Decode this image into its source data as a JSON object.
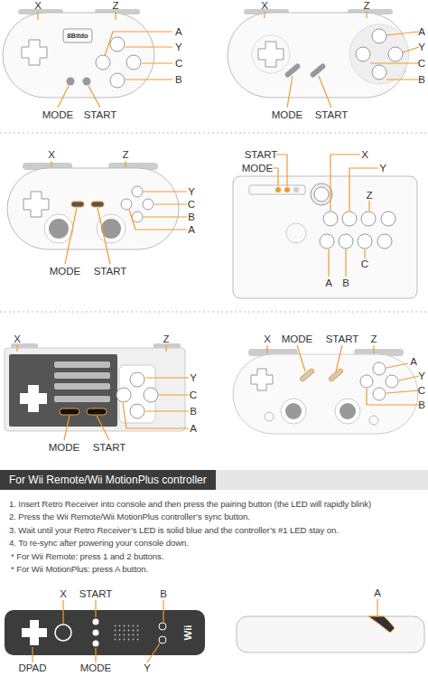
{
  "diagram": {
    "nodes": [
      {
        "text": [
          "For Wii Remote/Wii MotionPlus controller"
        ]
      }
    ],
    "labels": [
      "X",
      "Z",
      "8Bitdo",
      "A",
      "Y",
      "C",
      "B",
      "MODE",
      "START",
      "X",
      "Z",
      "A",
      "Y",
      "C",
      "B",
      "MODE",
      "START",
      "X",
      "Z",
      "Y",
      "C",
      "B",
      "A",
      "MODE",
      "START",
      "START",
      "MODE",
      "X",
      "Y",
      "Z",
      "C",
      "A",
      "B",
      "X",
      "Z",
      "Y",
      "C",
      "B",
      "A",
      "MODE",
      "START",
      "X",
      "MODE",
      "START",
      "Z",
      "A",
      "Y",
      "C",
      "B",
      "1. Insert Retro Receiver into console and then press the pairing button (the LED will rapidly blink)",
      "2. Press the Wii Remote/Wii MotionPlus controller’s sync button.",
      "3. Wait until your Retro Receiver’s LED is solid blue and the controller’s #1 LED stay on.",
      "4. To re-sync after powering your console down.",
      "* For Wii Remote: press 1 and 2 buttons.",
      "* For Wii MotionPlus: press A button.",
      "X",
      "START",
      "B",
      "Wii",
      "A",
      "DPAD",
      "MODE",
      "Y"
    ]
  }
}
